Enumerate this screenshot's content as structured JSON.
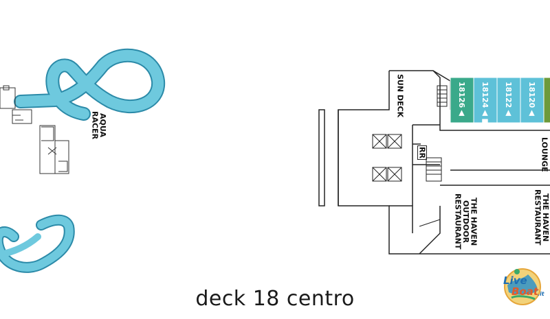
{
  "caption": "deck 18 centro",
  "labels": {
    "aqua_racer": "AQUA\nRACER",
    "sun_deck": "SUN DECK",
    "rr": "RR",
    "haven_outdoor": "THE HAVEN\nOUTDOOR\nRESTAURANT",
    "haven_restaurant": "THE HAVEN\nRESTAURANT",
    "lounge": "LOUNGE"
  },
  "cabins": [
    {
      "number": "18126",
      "marker": "▲",
      "color": "#3aa98a"
    },
    {
      "number": "18124",
      "marker": "▲■",
      "color": "#5ec1d8"
    },
    {
      "number": "18122",
      "marker": "▲",
      "color": "#5ec1d8"
    },
    {
      "number": "18120",
      "marker": "▲",
      "color": "#5ec1d8"
    },
    {
      "number": "",
      "marker": "",
      "color": "#6d9a3a"
    }
  ],
  "logo": {
    "line1": "Live",
    "line2": "Boat",
    "suffix": ".it"
  },
  "colors": {
    "slide": "#6ec9de",
    "slide_outline": "#2b8aa8",
    "line": "#222222",
    "background": "#ffffff"
  }
}
